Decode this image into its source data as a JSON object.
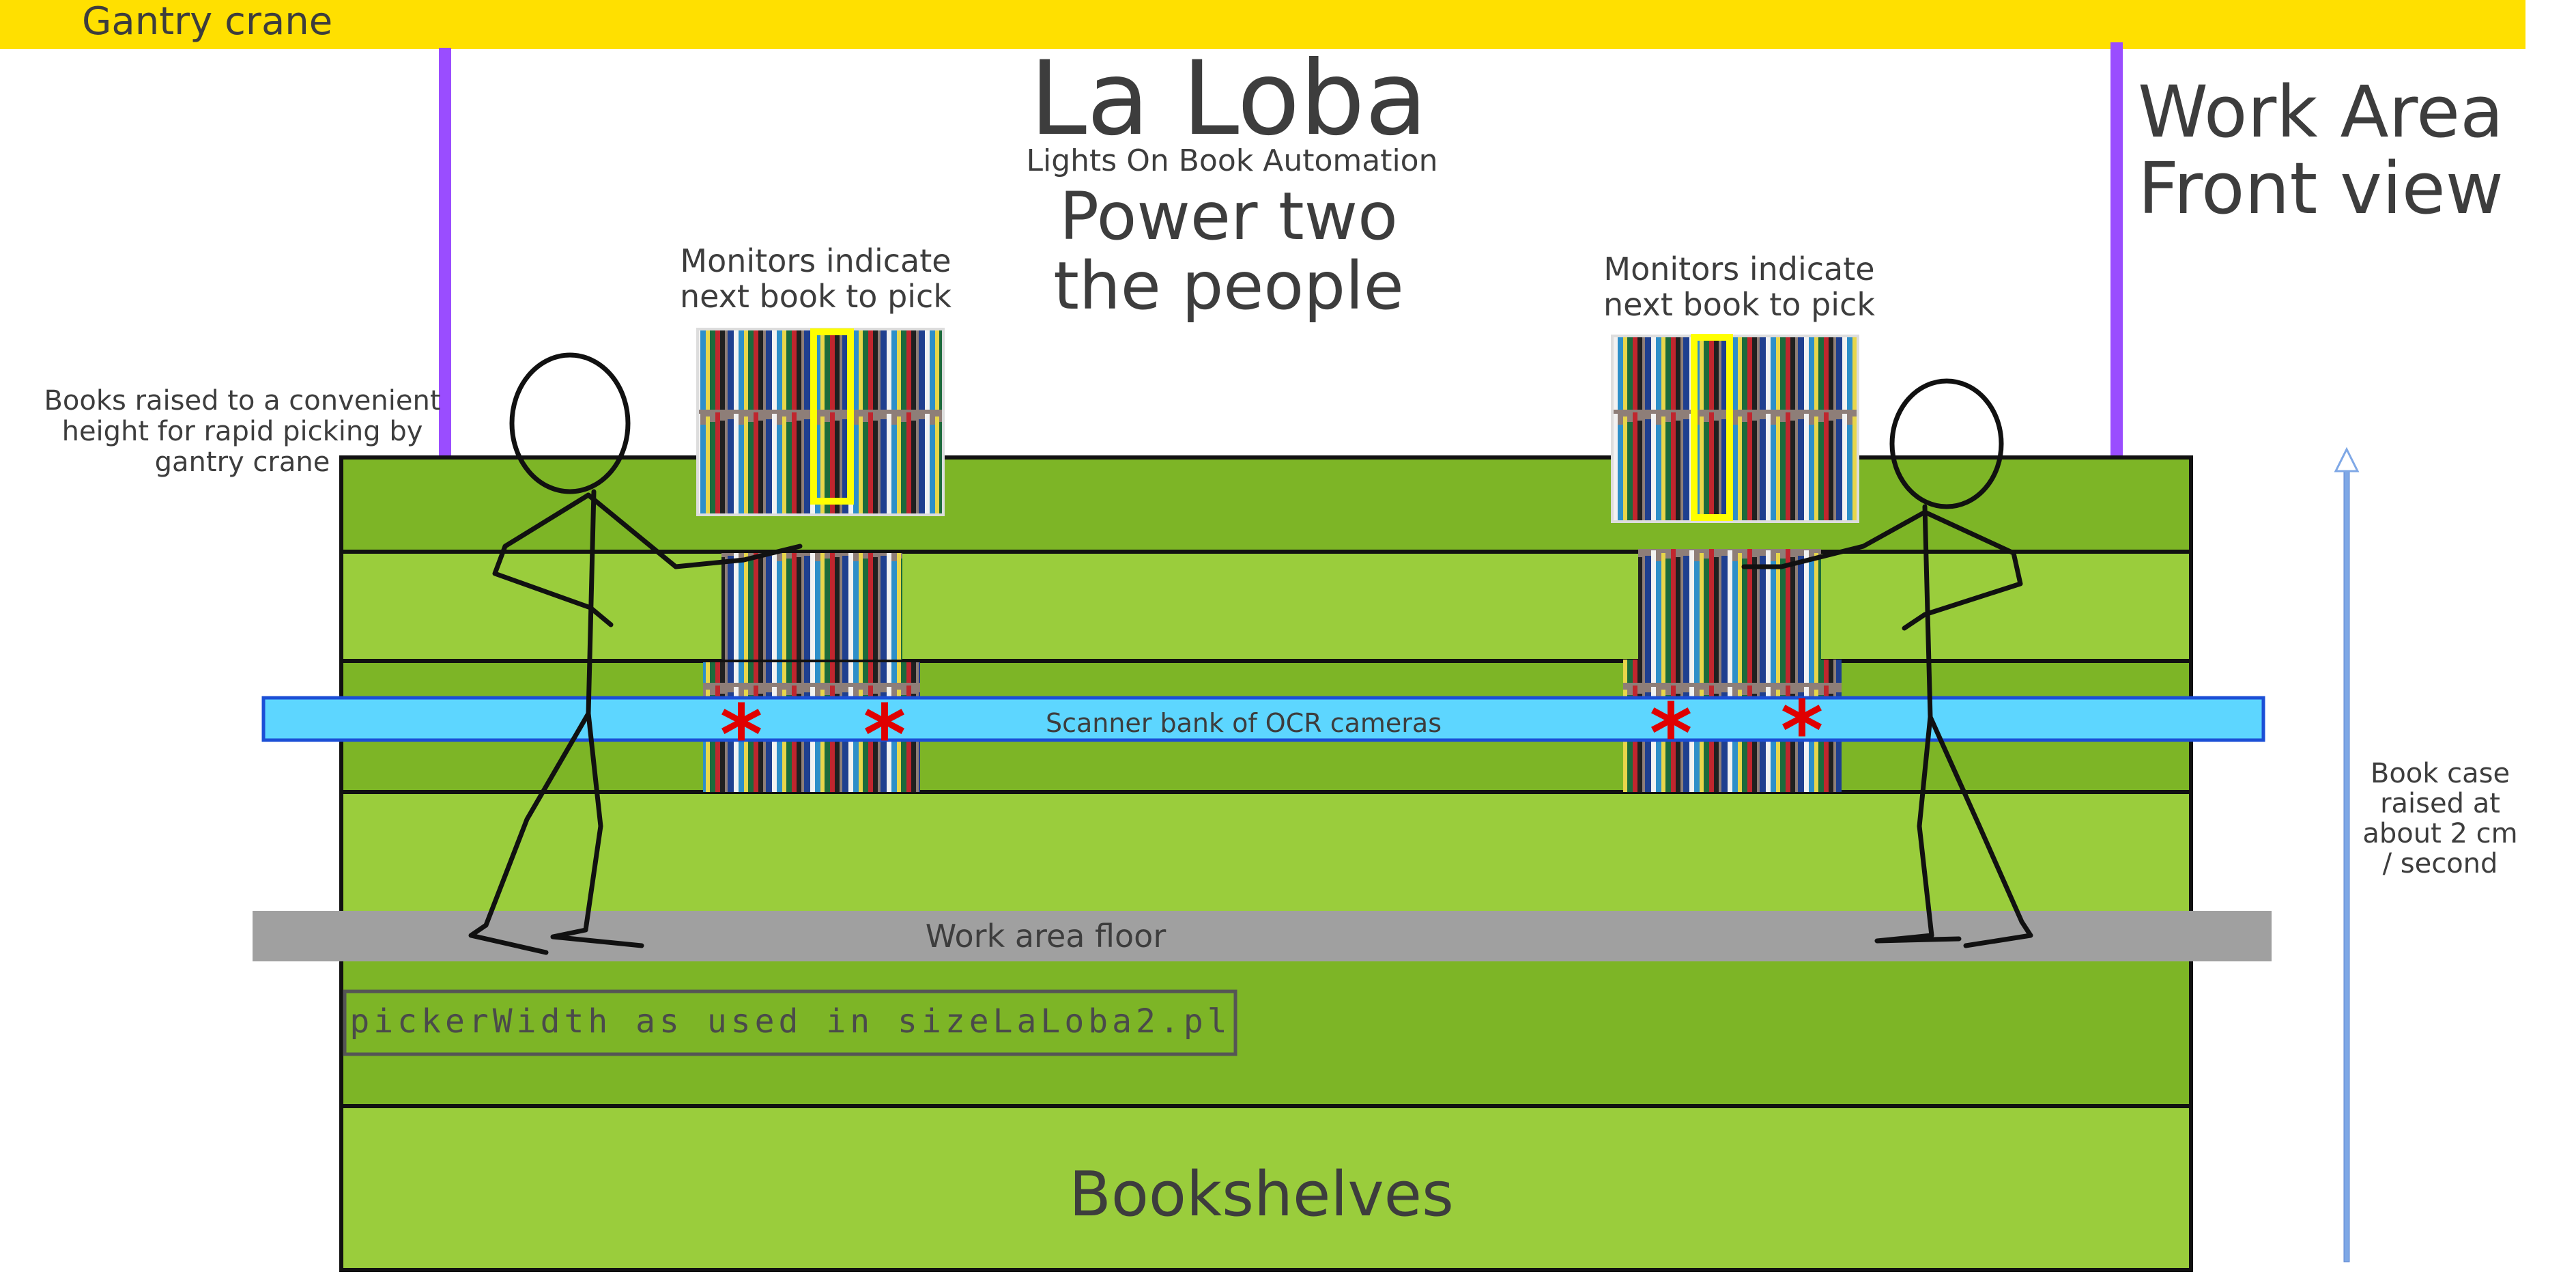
{
  "gantry": {
    "label": "Gantry crane",
    "color": "#FFE000"
  },
  "title": {
    "main": "La Loba",
    "expansion": "Lights On Book Automation",
    "tagline_line1": "Power two",
    "tagline_line2": "the people"
  },
  "view_label": {
    "line1": "Work Area",
    "line2": "Front view"
  },
  "monitors": {
    "left": {
      "line1": "Monitors indicate",
      "line2": "next book to pick"
    },
    "right": {
      "line1": "Monitors indicate",
      "line2": "next book to pick"
    }
  },
  "books_raised_note": {
    "line1": "Books raised to a convenient",
    "line2": "height for rapid picking by",
    "line3": "gantry crane"
  },
  "scanner": {
    "label": "Scanner bank of OCR cameras",
    "color": "#5DD6FF",
    "marker": "*",
    "marker_color": "#E00000"
  },
  "floor": {
    "label": "Work area floor",
    "color": "#A0A0A0"
  },
  "picker_width": {
    "label": "pickerWidth as used in sizeLaLoba2.pl"
  },
  "bookshelves": {
    "label": "Bookshelves",
    "color_light": "#9ACD3C",
    "color_dark": "#7DB526"
  },
  "bookcase_rise": {
    "line1": "Book case",
    "line2": "raised at",
    "line3": "about 2 cm",
    "line4": "/ second"
  },
  "highlight_color": "#FFFF00",
  "pole_color": "#9A4DFF",
  "arrow_color": "#7FA8E6"
}
